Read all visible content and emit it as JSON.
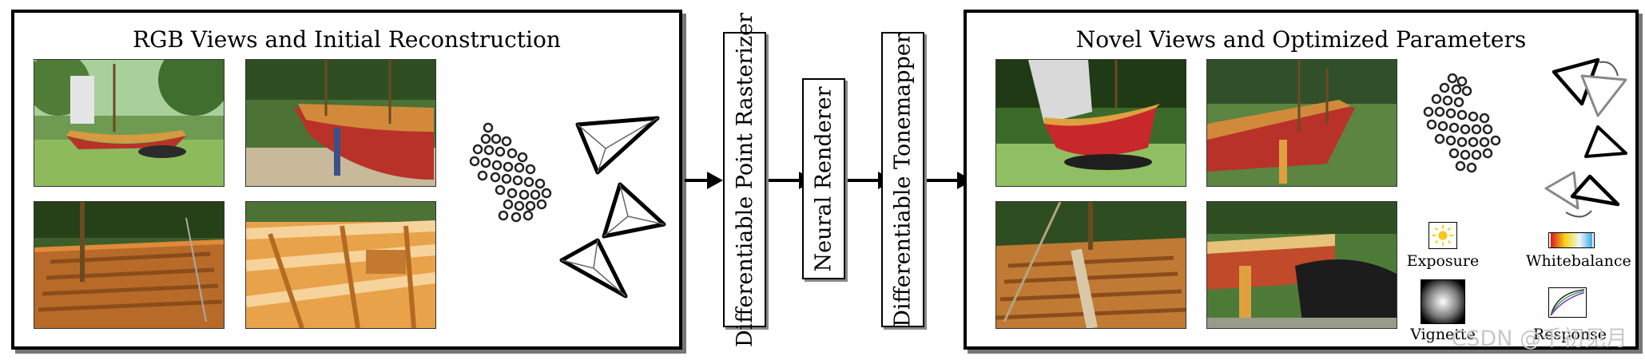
{
  "left_panel": {
    "title": "RGB Views and Initial Reconstruction"
  },
  "right_panel": {
    "title": "Novel Views and Optimized Parameters"
  },
  "stages": [
    {
      "label": "Differentiable Point Rasterizer"
    },
    {
      "label": "Neural Renderer"
    },
    {
      "label": "Differentiable Tonemapper"
    }
  ],
  "parameters": {
    "exposure": "Exposure",
    "whitebalance": "Whitebalance",
    "vignette": "Vignette",
    "response": "Response"
  },
  "watermark": "CSDN @千初见月",
  "colors": {
    "border": "#000000",
    "sky": "#9fc98a",
    "grass": "#5f8f3a",
    "wood": "#c9772e",
    "hull_red": "#b8322a",
    "exposure_sun": "#f6c81a"
  },
  "photos": [
    "boat-on-stand-view",
    "boat-side-view",
    "boat-interior-view",
    "boat-deck-closeup",
    "novel-boat-front-view",
    "novel-boat-side-view",
    "novel-boat-interior-view",
    "novel-boat-tarp-view"
  ]
}
